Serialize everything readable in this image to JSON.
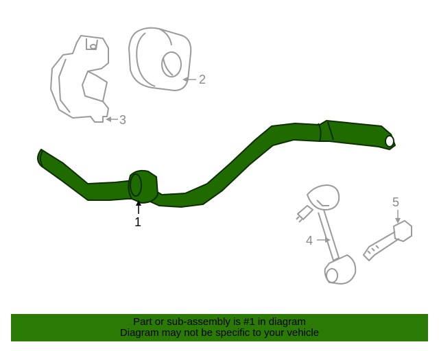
{
  "diagram": {
    "callouts": [
      {
        "id": "1",
        "label": "1"
      },
      {
        "id": "2",
        "label": "2"
      },
      {
        "id": "3",
        "label": "3"
      },
      {
        "id": "4",
        "label": "4"
      },
      {
        "id": "5",
        "label": "5"
      }
    ],
    "highlight_color": "#1f6b00",
    "line_color": "#9a9a9a"
  },
  "banner": {
    "line1": "Part or sub-assembly is #1 in diagram",
    "line2": "Diagram may not be specific to your vehicle",
    "background": "#2a7a05"
  }
}
